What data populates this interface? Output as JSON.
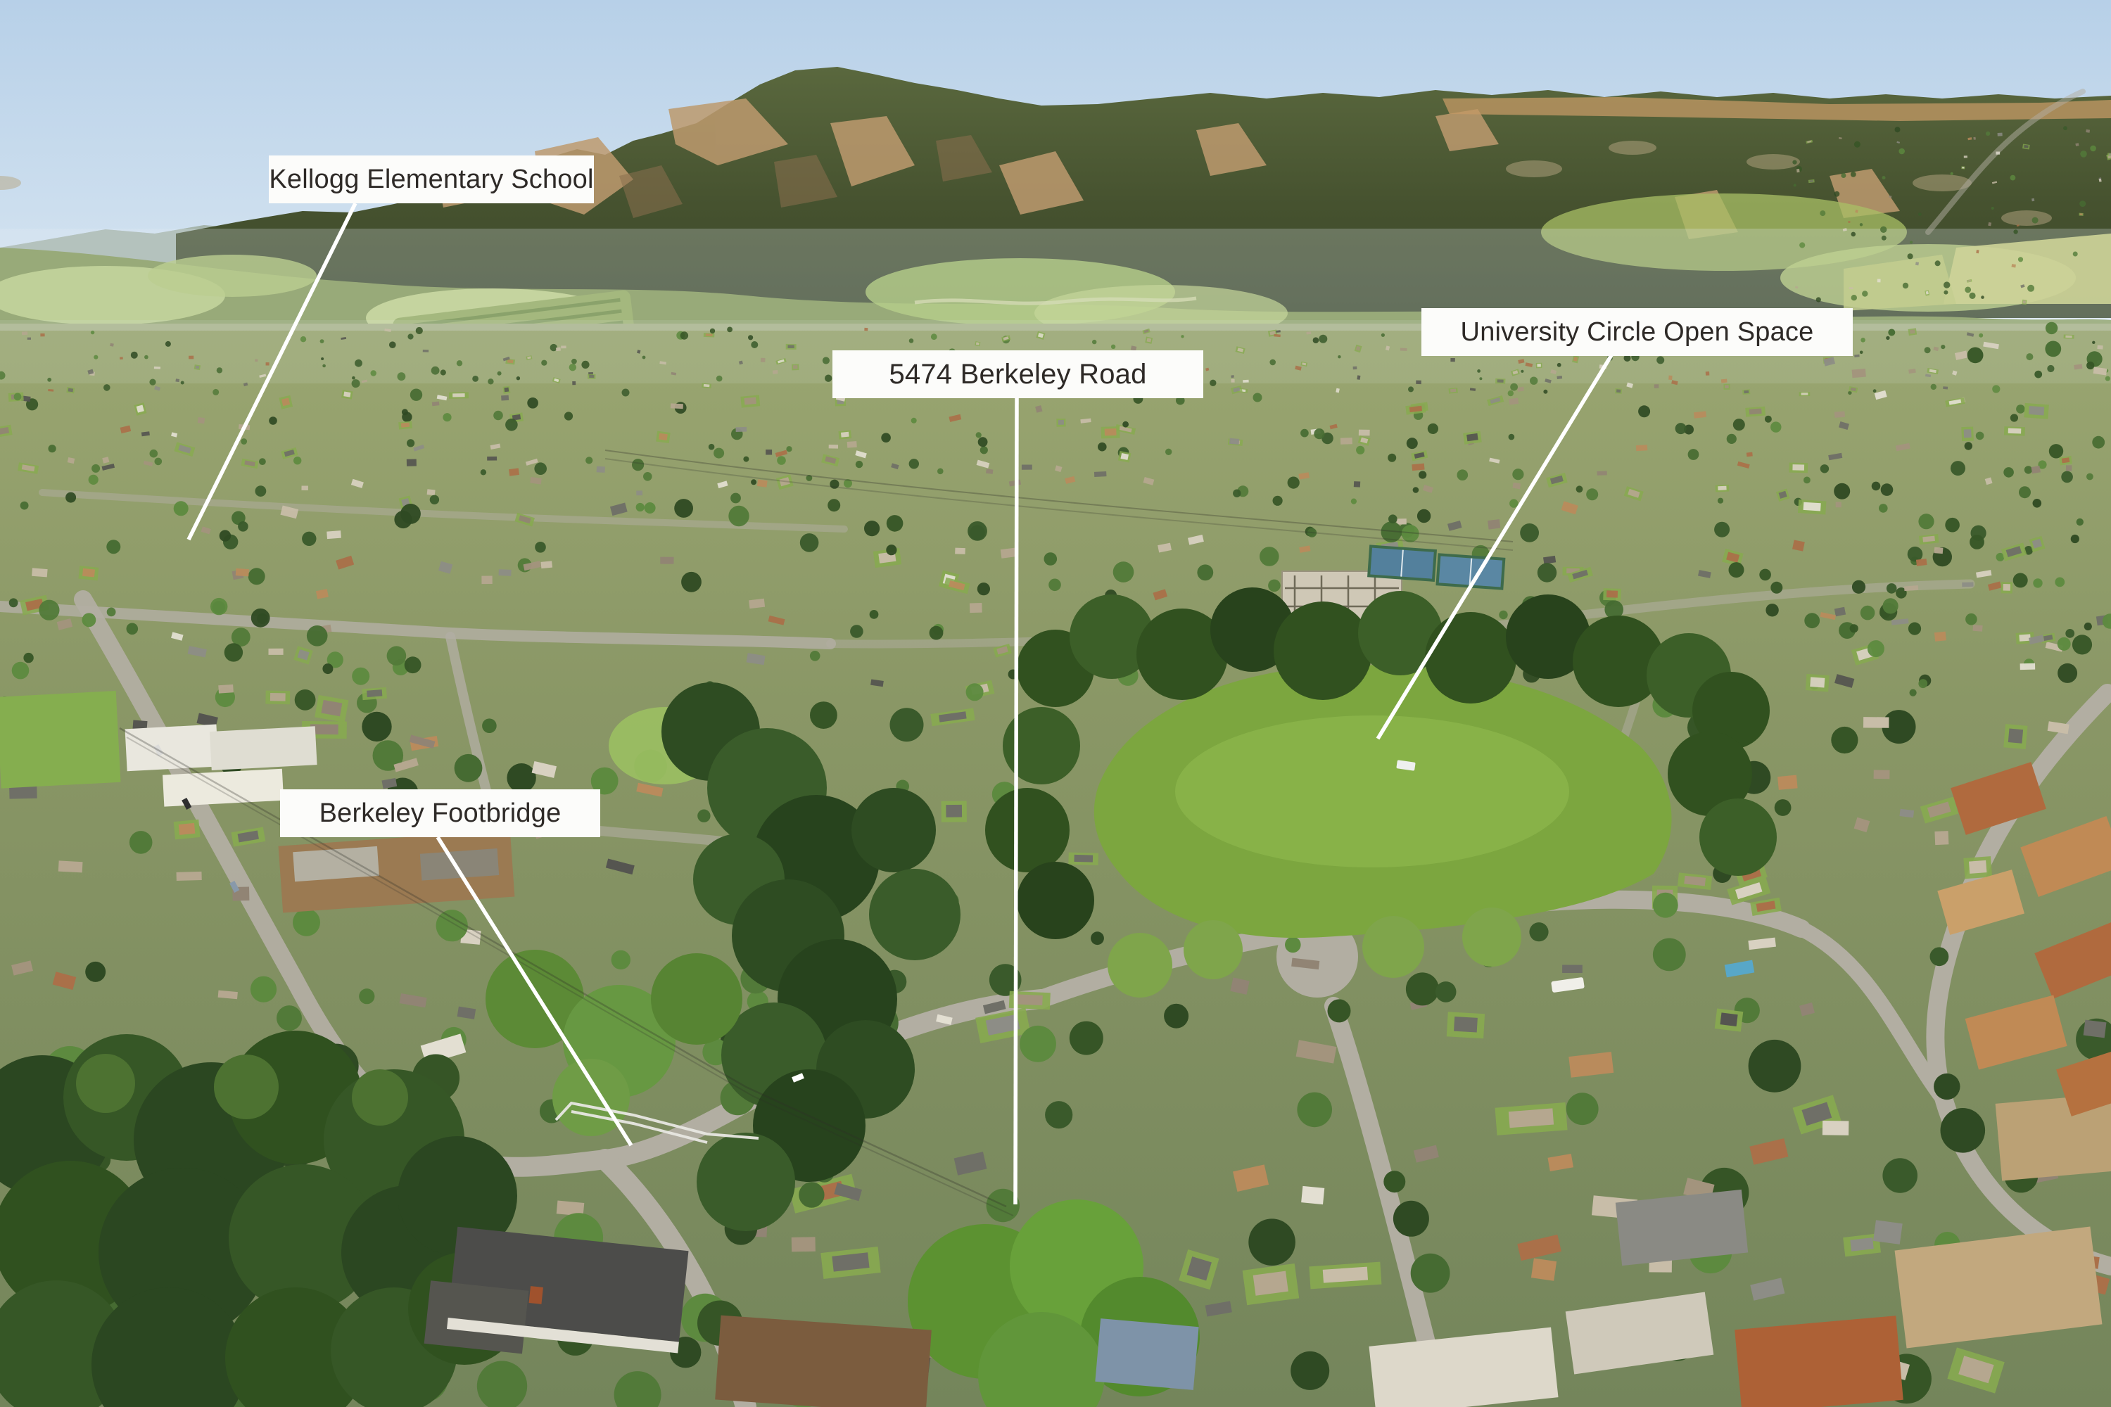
{
  "annotations": [
    {
      "id": "kellogg-elementary-school",
      "label": "Kellogg Elementary School"
    },
    {
      "id": "property-5474-berkeley-road",
      "label": "5474 Berkeley Road"
    },
    {
      "id": "university-circle-open-space",
      "label": "University Circle Open Space"
    },
    {
      "id": "berkeley-footbridge",
      "label": "Berkeley Footbridge"
    }
  ],
  "style": {
    "label_background": "#fcfcfa",
    "label_text_color": "#2e2a27",
    "leader_line_color": "#ffffff",
    "sky_color": "#c3d8ec",
    "mountain_color": "#46522f",
    "meadow_color": "#7ca63f",
    "road_color": "#b2aea2"
  }
}
